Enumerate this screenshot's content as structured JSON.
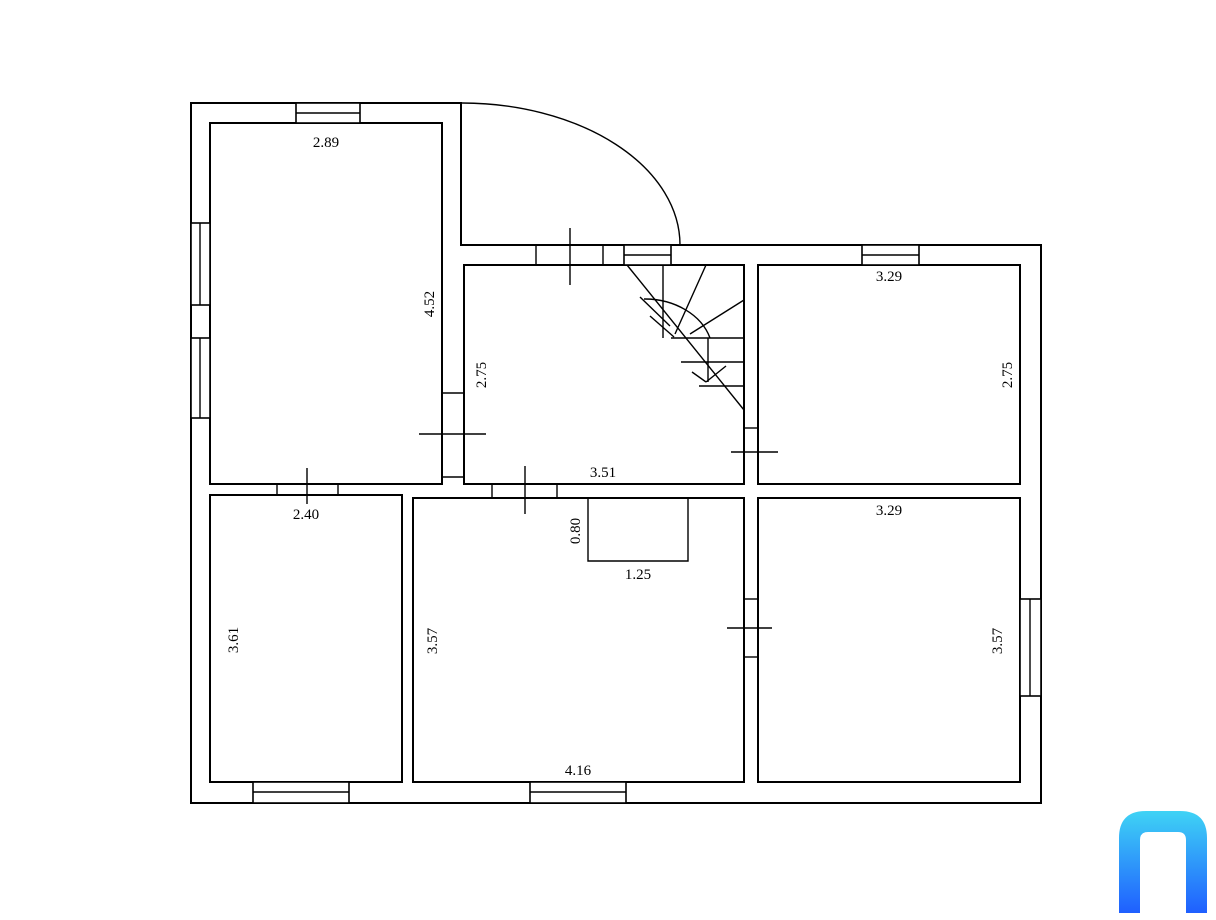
{
  "dimensions": {
    "r1_width": "2.89",
    "r1_height": "4.52",
    "hall_height": "2.75",
    "hall_width": "3.51",
    "r3_width": "3.29",
    "r3_height": "2.75",
    "r4_width": "2.40",
    "r4_height": "3.61",
    "r5_width": "4.16",
    "r5_height": "3.57",
    "niche_height": "0.80",
    "niche_width": "1.25",
    "r6_width": "3.29",
    "r6_height": "3.57"
  },
  "logo": {
    "icon": "n-logo-icon",
    "colors": [
      "#3fd3f5",
      "#1f5fff"
    ]
  }
}
